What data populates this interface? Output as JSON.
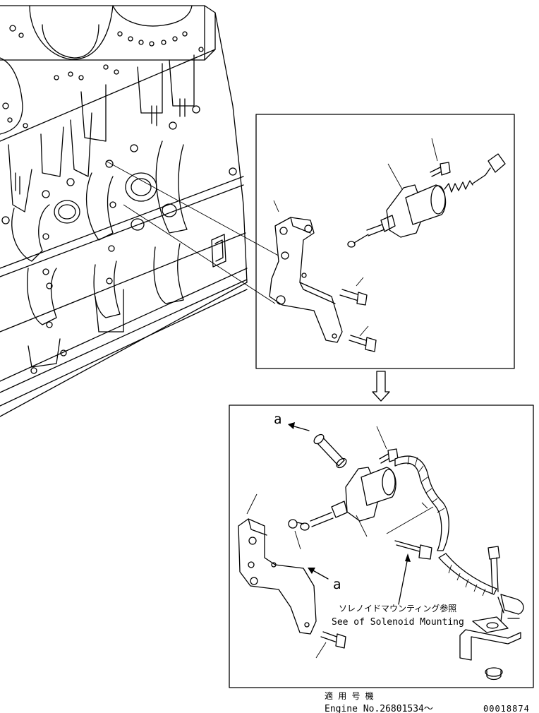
{
  "labels": {
    "ref_a": "a",
    "ref_note_jp": "ソレノイドマウンティング参照",
    "ref_note_en": "See of Solenoid Mounting"
  },
  "footer": {
    "applicable_jp": "適 用 号 機",
    "engine_no": "Engine No.26801534～",
    "drawing_id": "00018874"
  }
}
